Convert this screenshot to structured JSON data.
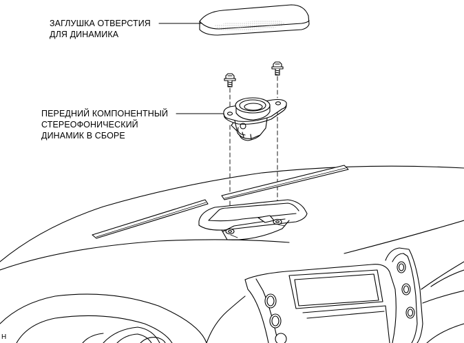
{
  "labels": {
    "speaker_cover": {
      "line1": "ЗАГЛУШКА ОТВЕРСТИЯ",
      "line2": "ДЛЯ ДИНАМИКА"
    },
    "speaker_assembly": {
      "line1": "ПЕРЕДНИЙ КОМПОНЕНТНЫЙ",
      "line2": "СТЕРЕОФОНИЧЕСКИЙ",
      "line3": "ДИНАМИК В СБОРЕ"
    }
  },
  "corner_mark": "H",
  "colors": {
    "ink": "#000000",
    "background": "#ffffff",
    "mesh": "#9a9a9a"
  }
}
